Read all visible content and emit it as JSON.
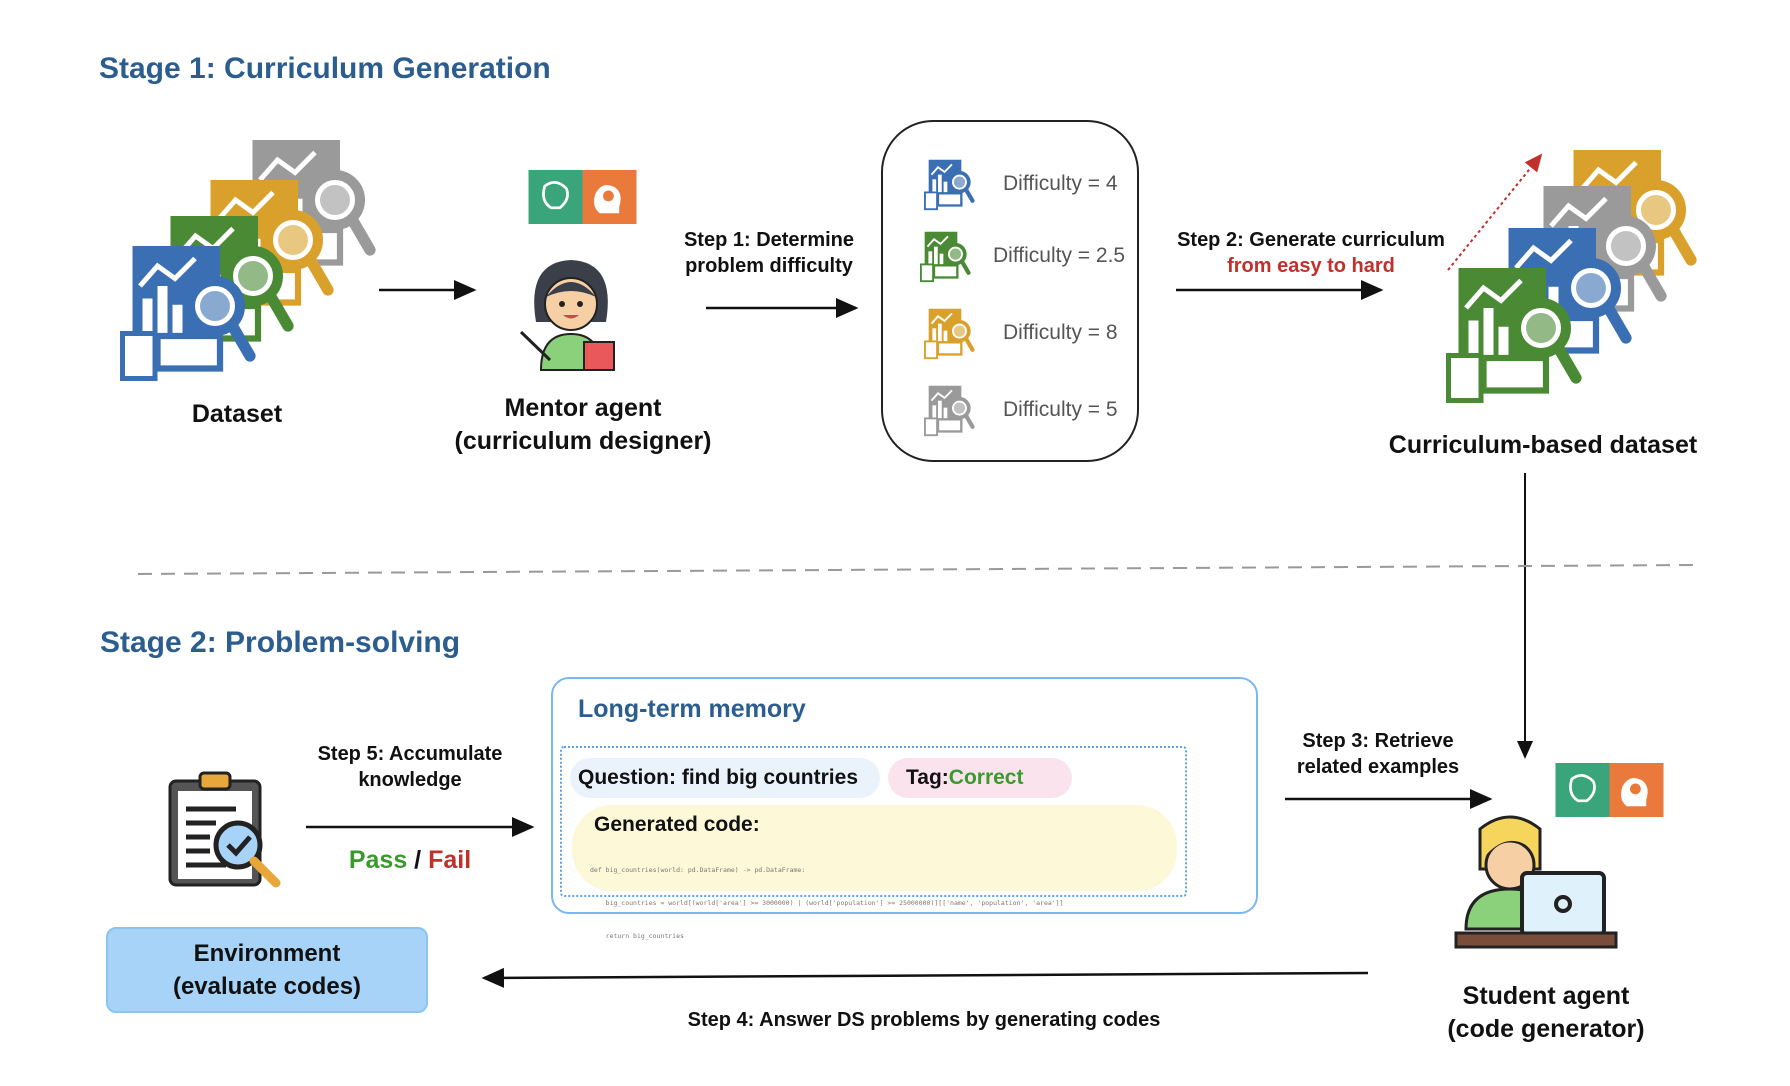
{
  "stage1": {
    "title": "Stage 1: Curriculum Generation",
    "dataset_label": "Dataset",
    "mentor_label_1": "Mentor agent",
    "mentor_label_2": "(curriculum designer)",
    "step1_line1": "Step 1: Determine",
    "step1_line2": "problem difficulty",
    "difficulties": [
      {
        "text": "Difficulty = 4",
        "color": "#3b6fb3"
      },
      {
        "text": "Difficulty = 2.5",
        "color": "#4b8a35"
      },
      {
        "text": "Difficulty = 8",
        "color": "#d9a12b"
      },
      {
        "text": "Difficulty = 5",
        "color": "#9a9a9a"
      }
    ],
    "step2_line1": "Step 2: Generate curriculum",
    "step2_line2": "from easy to hard",
    "curriculum_label": "Curriculum-based dataset"
  },
  "stage2": {
    "title": "Stage 2: Problem-solving",
    "memory_title": "Long-term memory",
    "question": "Question: find big countries",
    "tag_prefix": "Tag: ",
    "tag_value": "Correct",
    "generated_code_label": "Generated code:",
    "code_lines": [
      "def big_countries(world: pd.DataFrame) -> pd.DataFrame:",
      "    big_countries = world[(world['area'] >= 3000000) | (world['population'] >= 25000000)][['name', 'population', 'area']]",
      "    return big_countries"
    ],
    "step5_line1": "Step 5: Accumulate",
    "step5_line2": "knowledge",
    "pass": "Pass",
    "slash": " / ",
    "fail": "Fail",
    "environment_line1": "Environment",
    "environment_line2": "(evaluate codes)",
    "step3_line1": "Step 3: Retrieve",
    "step3_line2": "related examples",
    "step4": "Step 4: Answer DS problems by generating codes",
    "student_label_1": "Student agent",
    "student_label_2": "(code generator)"
  },
  "colors": {
    "title": "#2b5d8f",
    "red": "#c0312b",
    "green": "#3a9a2d",
    "memory_border": "#7ab8ef",
    "environment": "#a6d3f7"
  }
}
